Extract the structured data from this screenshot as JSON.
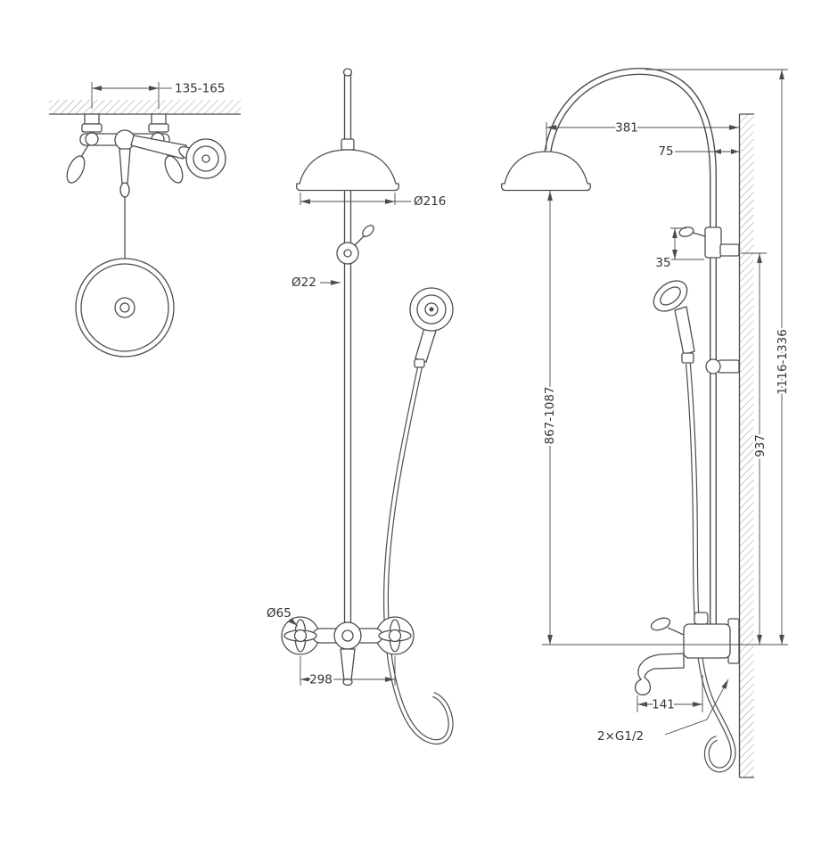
{
  "dimensions": {
    "spread": "135-165",
    "head_diameter": "Ø216",
    "pipe_diameter": "Ø22",
    "handle_diameter": "Ø65",
    "mixer_width": "298",
    "arch_reach": "381",
    "wall_offset": "75",
    "diverter_offset": "35",
    "riser_range": "867-1087",
    "bracket_height": "937",
    "total_height": "1116-1336",
    "spout_reach": "141",
    "connection_size": "2×G1/2"
  }
}
